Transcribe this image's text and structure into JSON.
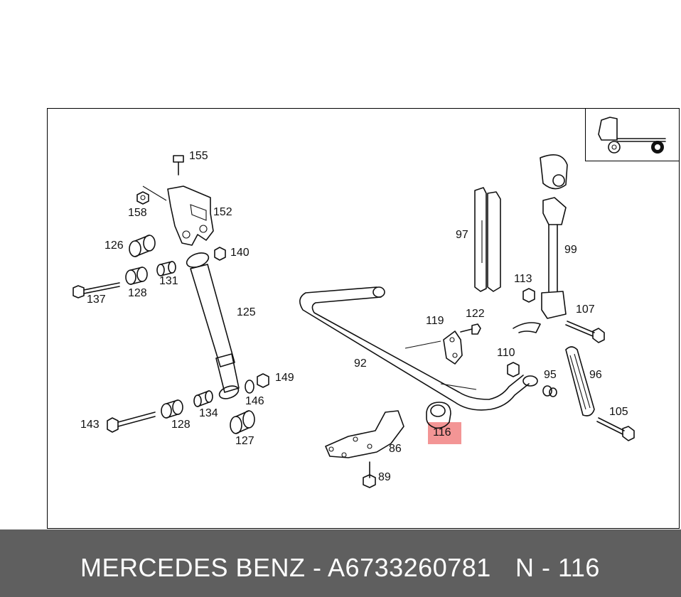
{
  "diagram": {
    "callouts": [
      {
        "id": "155",
        "label": "155"
      },
      {
        "id": "158",
        "label": "158"
      },
      {
        "id": "152",
        "label": "152"
      },
      {
        "id": "126",
        "label": "126"
      },
      {
        "id": "140",
        "label": "140"
      },
      {
        "id": "128a",
        "label": "128"
      },
      {
        "id": "131",
        "label": "131"
      },
      {
        "id": "137",
        "label": "137"
      },
      {
        "id": "125",
        "label": "125"
      },
      {
        "id": "149",
        "label": "149"
      },
      {
        "id": "146",
        "label": "146"
      },
      {
        "id": "143",
        "label": "143"
      },
      {
        "id": "128b",
        "label": "128"
      },
      {
        "id": "134",
        "label": "134"
      },
      {
        "id": "127",
        "label": "127"
      },
      {
        "id": "97",
        "label": "97"
      },
      {
        "id": "99",
        "label": "99"
      },
      {
        "id": "113",
        "label": "113"
      },
      {
        "id": "107",
        "label": "107"
      },
      {
        "id": "119",
        "label": "119"
      },
      {
        "id": "122",
        "label": "122"
      },
      {
        "id": "92",
        "label": "92"
      },
      {
        "id": "110",
        "label": "110"
      },
      {
        "id": "95",
        "label": "95"
      },
      {
        "id": "96",
        "label": "96"
      },
      {
        "id": "105",
        "label": "105"
      },
      {
        "id": "116",
        "label": "116"
      },
      {
        "id": "86",
        "label": "86"
      },
      {
        "id": "89",
        "label": "89"
      }
    ],
    "highlight": {
      "part": "116",
      "color": "#f28a8a"
    }
  },
  "footer": {
    "brand_part": "MERCEDES BENZ - A6733260781",
    "reference": "N - 116",
    "background": "#5f5f5f"
  }
}
